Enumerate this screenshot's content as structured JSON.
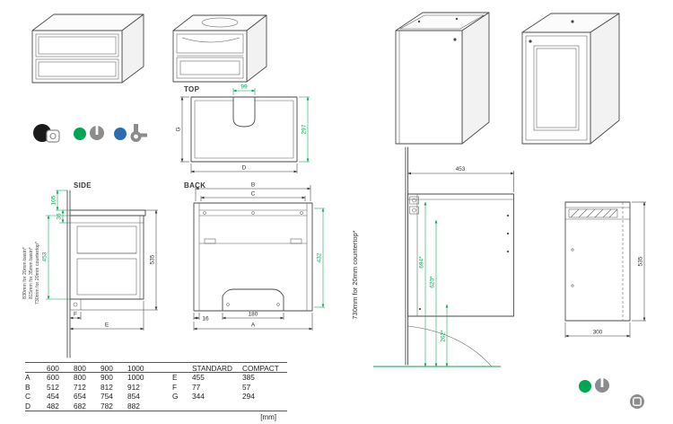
{
  "colors": {
    "dimension_green": "#00a651",
    "line_dark": "#4a4a4a",
    "dot_black": "#1a1a1a",
    "dot_green": "#00a651",
    "dot_blue": "#2a6db5",
    "icon_gray": "#8c8c8c"
  },
  "top_view": {
    "label": "TOP",
    "cutout_width": "99",
    "depth": "297",
    "dim_left": "G",
    "dim_bottom": "D"
  },
  "side_view": {
    "label": "SIDE",
    "dim_top_offset": "105",
    "dim_basin_lip": "36",
    "dim_height": "453",
    "dim_overall_height": "535",
    "dim_depth": "E",
    "dim_bracket": "F",
    "notes": [
      "830mm for 20mm basin*",
      "815mm for 35mm basin*",
      "730mm for 20mm countertop*"
    ]
  },
  "back_view": {
    "label": "BACK",
    "dim_outer_top": "B",
    "dim_inner_top": "C",
    "dim_height": "432",
    "dim_recess": "180",
    "dim_panel": "16",
    "dim_width": "A"
  },
  "front_view": {
    "dim_width": "453",
    "dim_hinge_top": "694*",
    "dim_hinge_mid": "620*",
    "dim_hinge_bottom": "262*",
    "note": "730mm for 20mm countertop*"
  },
  "side_view_right": {
    "dim_height": "535",
    "dim_depth": "300"
  },
  "table": {
    "size_headers": [
      "600",
      "800",
      "900",
      "1000"
    ],
    "rows": [
      {
        "label": "A",
        "values": [
          "600",
          "800",
          "900",
          "1000"
        ]
      },
      {
        "label": "B",
        "values": [
          "512",
          "712",
          "812",
          "912"
        ]
      },
      {
        "label": "C",
        "values": [
          "454",
          "654",
          "754",
          "854"
        ]
      },
      {
        "label": "D",
        "values": [
          "482",
          "682",
          "782",
          "882"
        ]
      }
    ],
    "variant_headers": [
      "STANDARD",
      "COMPACT"
    ],
    "variant_rows": [
      {
        "label": "E",
        "values": [
          "455",
          "385"
        ]
      },
      {
        "label": "F",
        "values": [
          "77",
          "57"
        ]
      },
      {
        "label": "G",
        "values": [
          "344",
          "294"
        ]
      }
    ],
    "units": "[mm]"
  },
  "legend_top": {
    "icons": [
      "black-dot",
      "countertop-badge-icon",
      "green-dot",
      "tap-hole-icon",
      "blue-dot",
      "trap-icon"
    ]
  },
  "legend_bottom": {
    "icons": [
      "green-dot",
      "tap-hole-icon",
      "countertop-badge-icon"
    ]
  }
}
